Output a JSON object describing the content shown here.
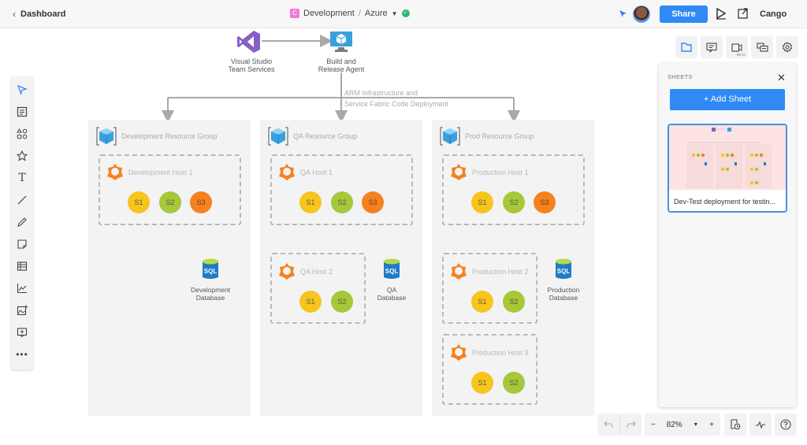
{
  "topbar": {
    "back_label": "Dashboard",
    "doc_badge": "C",
    "folder": "Development",
    "separator": "/",
    "doc_name": "Azure",
    "share_label": "Share",
    "user_name": "Cango"
  },
  "left_toolbar": {
    "tools": [
      "select-icon",
      "page-icon",
      "shapes-icon",
      "star-icon",
      "text-icon",
      "line-icon",
      "pencil-icon",
      "sticky-note-icon",
      "table-icon",
      "chart-icon",
      "image-icon",
      "embed-icon",
      "more-icon"
    ]
  },
  "diagram": {
    "top_nodes": [
      {
        "label_line1": "Visual Studio",
        "label_line2": "Team Services"
      },
      {
        "label_line1": "Build and",
        "label_line2": "Release Agent"
      }
    ],
    "deploy_label_line1": "ARM Infrastructure and",
    "deploy_label_line2": "Service Fabric Code Deployment",
    "groups": [
      {
        "title": "Development Resource Group",
        "hosts": [
          {
            "title": "Development Host 1",
            "services": [
              "S1",
              "S2",
              "S3"
            ]
          }
        ],
        "database": {
          "icon_text": "SQL",
          "line1": "Development",
          "line2": "Database"
        }
      },
      {
        "title": "QA Resource Group",
        "hosts": [
          {
            "title": "QA Host 1",
            "services": [
              "S1",
              "S2",
              "S3"
            ]
          },
          {
            "title": "QA Host 2",
            "services": [
              "S1",
              "S2"
            ]
          }
        ],
        "database": {
          "icon_text": "SQL",
          "line1": "QA",
          "line2": "Database"
        }
      },
      {
        "title": "Prod Resource Group",
        "hosts": [
          {
            "title": "Production Host 1",
            "services": [
              "S1",
              "S2",
              "S3"
            ]
          },
          {
            "title": "Production Host 2",
            "services": [
              "S1",
              "S2"
            ]
          },
          {
            "title": "Production Host 3",
            "services": [
              "S1",
              "S2"
            ]
          }
        ],
        "database": {
          "icon_text": "SQL",
          "line1": "Production",
          "line2": "Database"
        }
      }
    ]
  },
  "right_tabs": {
    "beta_label": "BETA"
  },
  "sheets_panel": {
    "title": "SHEETS",
    "add_label": "+ Add Sheet",
    "sheets": [
      {
        "name": "Dev-Test deployment for testin..."
      }
    ]
  },
  "bottom_bar": {
    "zoom_minus": "−",
    "zoom_value": "82%",
    "zoom_plus": "+"
  },
  "colors": {
    "accent": "#2f8af5",
    "s1": "#f7c51e",
    "s2": "#a6c83a",
    "s3": "#f5821f",
    "vs_purple": "#865fc5",
    "azure_blue": "#1e7bc6"
  }
}
